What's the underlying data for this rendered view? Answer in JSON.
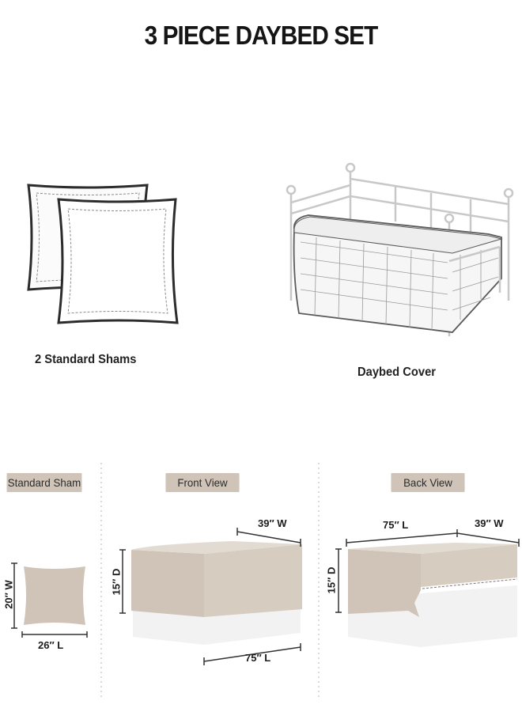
{
  "title": "3 PIECE DAYBED SET",
  "items": {
    "shams_caption": "2 Standard Shams",
    "cover_caption": "Daybed Cover"
  },
  "views": {
    "standard_sham": {
      "label": "Standard Sham",
      "width": "20″ W",
      "length": "26″ L"
    },
    "front_view": {
      "label": "Front View",
      "width": "39″ W",
      "depth": "15″ D",
      "length": "75″ L"
    },
    "back_view": {
      "label": "Back View",
      "length": "75″ L",
      "width": "39″ W",
      "depth": "15″ D"
    }
  },
  "colors": {
    "fabric": "#cfc4b7",
    "fabric_light": "#e6dfd6",
    "outline": "#3a3a3a",
    "frame": "#cfcfcf"
  }
}
